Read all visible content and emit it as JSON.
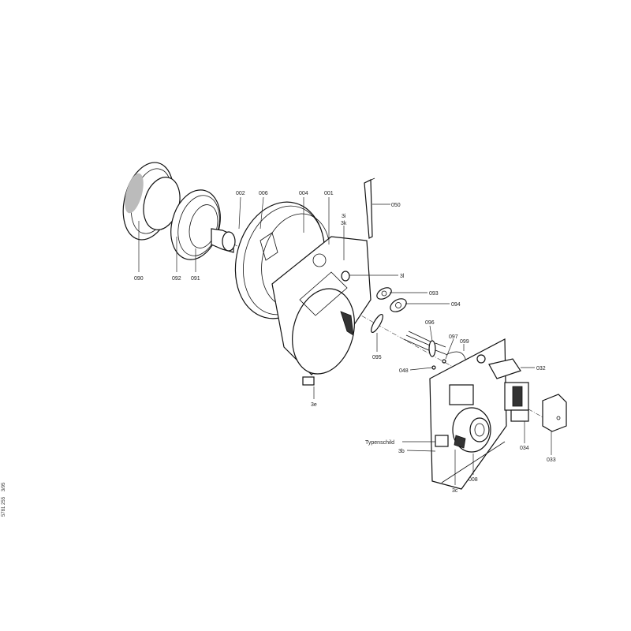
{
  "labels": {
    "p090": "090",
    "p092": "092",
    "p091": "091",
    "p002": "002",
    "p006": "006",
    "p004": "004",
    "p001": "001",
    "p3i": "3i",
    "p3k": "3k",
    "p050": "050",
    "p3l": "3l",
    "p093": "093",
    "p094": "094",
    "p095": "095",
    "p096": "096",
    "p097": "097",
    "p099": "099",
    "p048": "048",
    "p032": "032",
    "p034": "034",
    "p033": "033",
    "p008": "008",
    "p3c": "3c",
    "p3b": "3b",
    "typenschild": "Typenschild",
    "p3e": "3e"
  },
  "document_code": "5781 255",
  "document_date": "3/95"
}
